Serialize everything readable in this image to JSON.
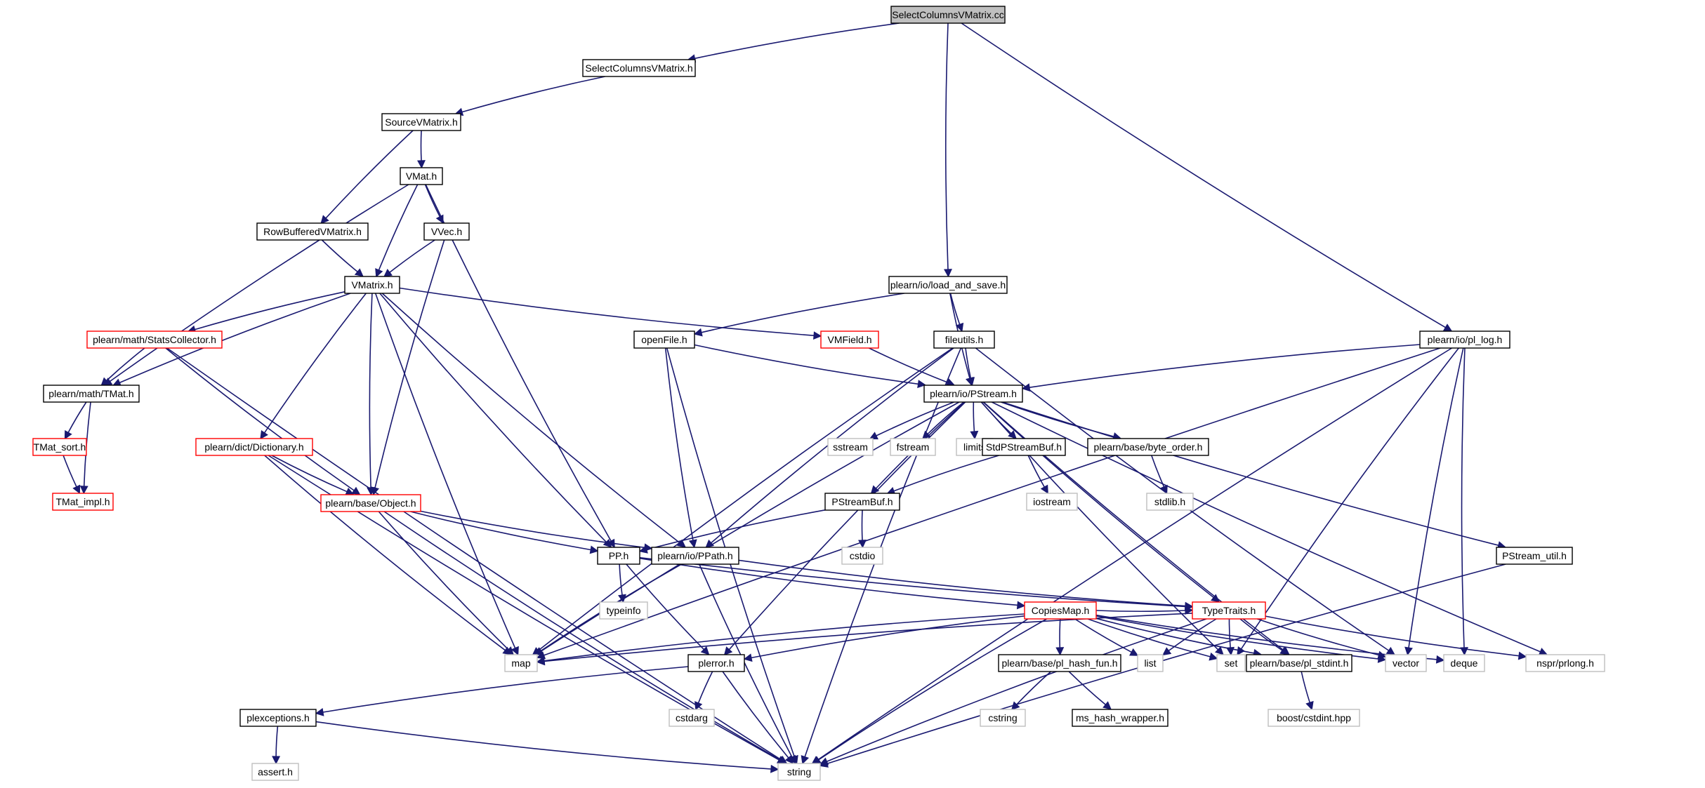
{
  "graph": {
    "colors": {
      "edge": "#191970",
      "local": "#000000",
      "system": "#bfbfbf",
      "incomplete": "#ff0000",
      "root_fill": "#bfbfbf",
      "text": "#000000"
    },
    "nodes": [
      {
        "id": "root",
        "label": "SelectColumnsVMatrix.cc",
        "kind": "root"
      },
      {
        "id": "scvm",
        "label": "SelectColumnsVMatrix.h",
        "kind": "local"
      },
      {
        "id": "svm",
        "label": "SourceVMatrix.h",
        "kind": "local"
      },
      {
        "id": "vmat",
        "label": "VMat.h",
        "kind": "local"
      },
      {
        "id": "rbvm",
        "label": "RowBufferedVMatrix.h",
        "kind": "local"
      },
      {
        "id": "vvec",
        "label": "VVec.h",
        "kind": "local"
      },
      {
        "id": "vmatrix",
        "label": "VMatrix.h",
        "kind": "local"
      },
      {
        "id": "stats",
        "label": "plearn/math/StatsCollector.h",
        "kind": "incomplete"
      },
      {
        "id": "tmat",
        "label": "plearn/math/TMat.h",
        "kind": "local"
      },
      {
        "id": "tmatsort",
        "label": "TMat_sort.h",
        "kind": "incomplete"
      },
      {
        "id": "tmatimpl",
        "label": "TMat_impl.h",
        "kind": "incomplete"
      },
      {
        "id": "dict",
        "label": "plearn/dict/Dictionary.h",
        "kind": "incomplete"
      },
      {
        "id": "object",
        "label": "plearn/base/Object.h",
        "kind": "incomplete"
      },
      {
        "id": "vmfield",
        "label": "VMField.h",
        "kind": "incomplete"
      },
      {
        "id": "loadsave",
        "label": "plearn/io/load_and_save.h",
        "kind": "local"
      },
      {
        "id": "openfile",
        "label": "openFile.h",
        "kind": "local"
      },
      {
        "id": "fileutils",
        "label": "fileutils.h",
        "kind": "local"
      },
      {
        "id": "pllog",
        "label": "plearn/io/pl_log.h",
        "kind": "local"
      },
      {
        "id": "pstream",
        "label": "plearn/io/PStream.h",
        "kind": "local"
      },
      {
        "id": "sstream",
        "label": "sstream",
        "kind": "system"
      },
      {
        "id": "fstream",
        "label": "fstream",
        "kind": "system"
      },
      {
        "id": "limits",
        "label": "limits",
        "kind": "system"
      },
      {
        "id": "stdpsbuf",
        "label": "StdPStreamBuf.h",
        "kind": "local"
      },
      {
        "id": "byteorder",
        "label": "plearn/base/byte_order.h",
        "kind": "local"
      },
      {
        "id": "iostream",
        "label": "iostream",
        "kind": "system"
      },
      {
        "id": "stdlib",
        "label": "stdlib.h",
        "kind": "system"
      },
      {
        "id": "psbuf",
        "label": "PStreamBuf.h",
        "kind": "local"
      },
      {
        "id": "cstdio",
        "label": "cstdio",
        "kind": "system"
      },
      {
        "id": "pp",
        "label": "PP.h",
        "kind": "local"
      },
      {
        "id": "ppath",
        "label": "plearn/io/PPath.h",
        "kind": "local"
      },
      {
        "id": "psutil",
        "label": "PStream_util.h",
        "kind": "local"
      },
      {
        "id": "typeinfo",
        "label": "typeinfo",
        "kind": "system"
      },
      {
        "id": "copiesmap",
        "label": "CopiesMap.h",
        "kind": "incomplete"
      },
      {
        "id": "typetraits",
        "label": "TypeTraits.h",
        "kind": "incomplete"
      },
      {
        "id": "map",
        "label": "map",
        "kind": "system"
      },
      {
        "id": "plerror",
        "label": "plerror.h",
        "kind": "local"
      },
      {
        "id": "list",
        "label": "list",
        "kind": "system"
      },
      {
        "id": "set",
        "label": "set",
        "kind": "system"
      },
      {
        "id": "hashfun",
        "label": "plearn/base/pl_hash_fun.h",
        "kind": "local"
      },
      {
        "id": "stdint",
        "label": "plearn/base/pl_stdint.h",
        "kind": "local"
      },
      {
        "id": "vector",
        "label": "vector",
        "kind": "system"
      },
      {
        "id": "deque",
        "label": "deque",
        "kind": "system"
      },
      {
        "id": "prlong",
        "label": "nspr/prlong.h",
        "kind": "system"
      },
      {
        "id": "cstdarg",
        "label": "cstdarg",
        "kind": "system"
      },
      {
        "id": "cstring",
        "label": "cstring",
        "kind": "system"
      },
      {
        "id": "mshash",
        "label": "ms_hash_wrapper.h",
        "kind": "local"
      },
      {
        "id": "boostint",
        "label": "boost/cstdint.hpp",
        "kind": "system"
      },
      {
        "id": "plexc",
        "label": "plexceptions.h",
        "kind": "local"
      },
      {
        "id": "asserth",
        "label": "assert.h",
        "kind": "system"
      },
      {
        "id": "string",
        "label": "string",
        "kind": "system"
      }
    ],
    "edges": [
      [
        "root",
        "scvm"
      ],
      [
        "root",
        "loadsave"
      ],
      [
        "root",
        "pllog"
      ],
      [
        "scvm",
        "svm"
      ],
      [
        "svm",
        "vmat"
      ],
      [
        "svm",
        "rbvm"
      ],
      [
        "vmat",
        "vvec"
      ],
      [
        "vmat",
        "vmatrix"
      ],
      [
        "vmat",
        "tmat"
      ],
      [
        "vmat",
        "pp"
      ],
      [
        "rbvm",
        "vmatrix"
      ],
      [
        "vvec",
        "vmatrix"
      ],
      [
        "vvec",
        "object"
      ],
      [
        "vmatrix",
        "stats"
      ],
      [
        "vmatrix",
        "tmat"
      ],
      [
        "vmatrix",
        "dict"
      ],
      [
        "vmatrix",
        "object"
      ],
      [
        "vmatrix",
        "vmfield"
      ],
      [
        "vmatrix",
        "map"
      ],
      [
        "vmatrix",
        "pp"
      ],
      [
        "vmatrix",
        "ppath"
      ],
      [
        "stats",
        "tmat"
      ],
      [
        "stats",
        "object"
      ],
      [
        "stats",
        "string"
      ],
      [
        "tmat",
        "tmatsort"
      ],
      [
        "tmat",
        "tmatimpl"
      ],
      [
        "tmatsort",
        "tmatimpl"
      ],
      [
        "dict",
        "object"
      ],
      [
        "dict",
        "map"
      ],
      [
        "dict",
        "string"
      ],
      [
        "object",
        "pp"
      ],
      [
        "object",
        "ppath"
      ],
      [
        "object",
        "map"
      ],
      [
        "object",
        "string"
      ],
      [
        "vmfield",
        "pstream"
      ],
      [
        "loadsave",
        "openfile"
      ],
      [
        "loadsave",
        "fileutils"
      ],
      [
        "loadsave",
        "pstream"
      ],
      [
        "openfile",
        "pstream"
      ],
      [
        "openfile",
        "ppath"
      ],
      [
        "openfile",
        "string"
      ],
      [
        "fileutils",
        "pstream"
      ],
      [
        "fileutils",
        "ppath"
      ],
      [
        "fileutils",
        "map"
      ],
      [
        "fileutils",
        "vector"
      ],
      [
        "fileutils",
        "string"
      ],
      [
        "pllog",
        "pstream"
      ],
      [
        "pllog",
        "map"
      ],
      [
        "pllog",
        "set"
      ],
      [
        "pllog",
        "vector"
      ],
      [
        "pllog",
        "deque"
      ],
      [
        "pllog",
        "string"
      ],
      [
        "pstream",
        "sstream"
      ],
      [
        "pstream",
        "fstream"
      ],
      [
        "pstream",
        "limits"
      ],
      [
        "pstream",
        "stdpsbuf"
      ],
      [
        "pstream",
        "byteorder"
      ],
      [
        "pstream",
        "psbuf"
      ],
      [
        "pstream",
        "psutil"
      ],
      [
        "pstream",
        "map"
      ],
      [
        "pstream",
        "plerror"
      ],
      [
        "pstream",
        "typetraits"
      ],
      [
        "pstream",
        "set"
      ],
      [
        "pstream",
        "stdint"
      ],
      [
        "pstream",
        "prlong"
      ],
      [
        "stdpsbuf",
        "iostream"
      ],
      [
        "stdpsbuf",
        "psbuf"
      ],
      [
        "byteorder",
        "stdlib"
      ],
      [
        "psbuf",
        "cstdio"
      ],
      [
        "psbuf",
        "pp"
      ],
      [
        "pp",
        "typeinfo"
      ],
      [
        "pp",
        "copiesmap"
      ],
      [
        "pp",
        "typetraits"
      ],
      [
        "pp",
        "plerror"
      ],
      [
        "ppath",
        "map"
      ],
      [
        "ppath",
        "string"
      ],
      [
        "ppath",
        "typetraits"
      ],
      [
        "psutil",
        "string"
      ],
      [
        "copiesmap",
        "map"
      ],
      [
        "copiesmap",
        "list"
      ],
      [
        "copiesmap",
        "set"
      ],
      [
        "copiesmap",
        "hashfun"
      ],
      [
        "copiesmap",
        "stdint"
      ],
      [
        "copiesmap",
        "vector"
      ],
      [
        "copiesmap",
        "deque"
      ],
      [
        "copiesmap",
        "string"
      ],
      [
        "copiesmap",
        "typetraits"
      ],
      [
        "copiesmap",
        "plerror"
      ],
      [
        "typetraits",
        "map"
      ],
      [
        "typetraits",
        "list"
      ],
      [
        "typetraits",
        "set"
      ],
      [
        "typetraits",
        "stdint"
      ],
      [
        "typetraits",
        "vector"
      ],
      [
        "typetraits",
        "prlong"
      ],
      [
        "typetraits",
        "string"
      ],
      [
        "plerror",
        "plexc"
      ],
      [
        "plerror",
        "cstdarg"
      ],
      [
        "plerror",
        "string"
      ],
      [
        "hashfun",
        "cstring"
      ],
      [
        "hashfun",
        "mshash"
      ],
      [
        "stdint",
        "boostint"
      ],
      [
        "plexc",
        "asserth"
      ],
      [
        "plexc",
        "string"
      ]
    ]
  }
}
